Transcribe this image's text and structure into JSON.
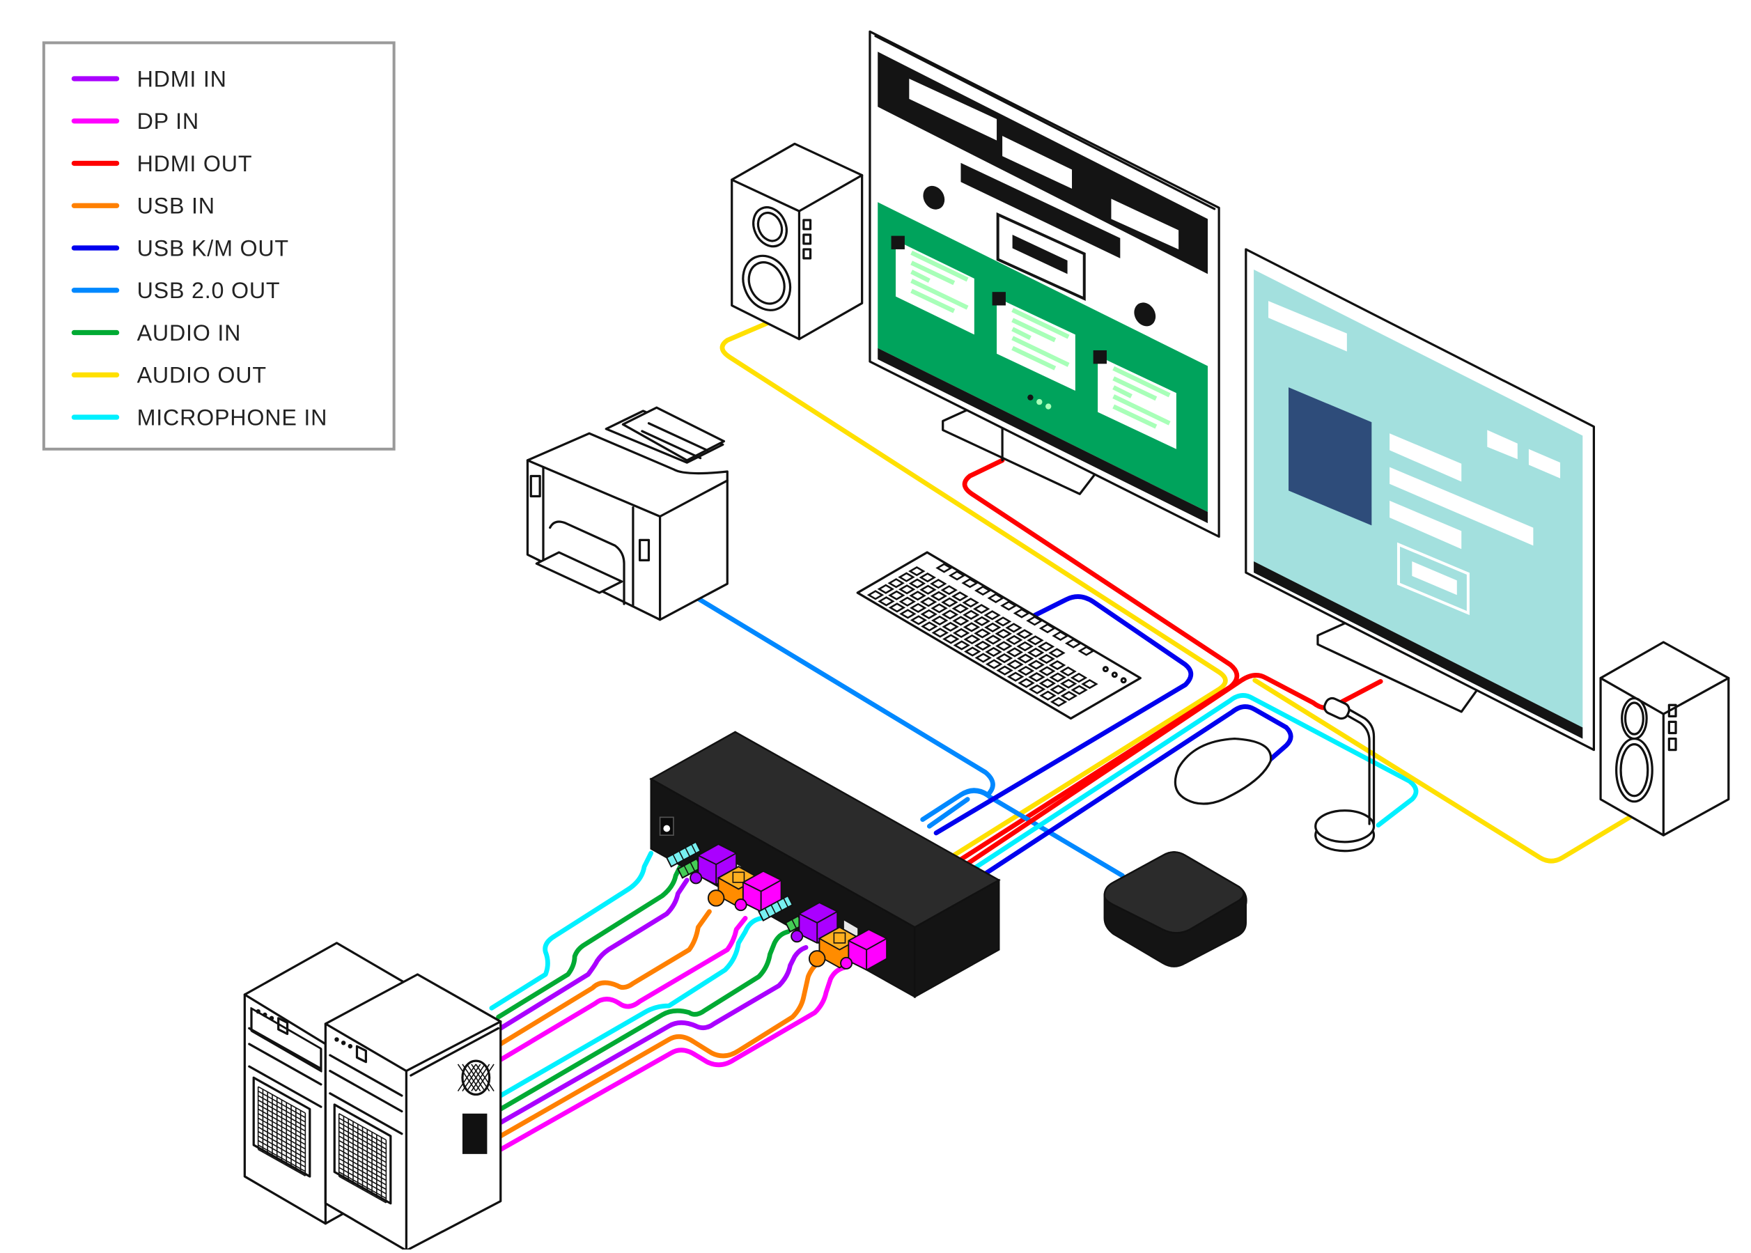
{
  "title": "KVM switch connection diagram",
  "legend": {
    "items": [
      {
        "key": "hdmi_in",
        "label": "HDMI IN",
        "color": "#AA00FF"
      },
      {
        "key": "dp_in",
        "label": "DP IN",
        "color": "#FF00FF"
      },
      {
        "key": "hdmi_out",
        "label": "HDMI OUT",
        "color": "#FF0000"
      },
      {
        "key": "usb_in",
        "label": "USB IN",
        "color": "#FF8000"
      },
      {
        "key": "usb_km_out",
        "label": "USB K/M OUT",
        "color": "#0000EE"
      },
      {
        "key": "usb20_out",
        "label": "USB 2.0 OUT",
        "color": "#0088FF"
      },
      {
        "key": "audio_in",
        "label": "AUDIO IN",
        "color": "#00AA33"
      },
      {
        "key": "audio_out",
        "label": "AUDIO OUT",
        "color": "#FFE000"
      },
      {
        "key": "mic_in",
        "label": "MICROPHONE IN",
        "color": "#00F0FF"
      }
    ]
  },
  "devices": {
    "kvm_switch": "KVM switch",
    "computers": [
      "Computer 1",
      "Computer 2"
    ],
    "monitors": [
      "Monitor 1",
      "Monitor 2"
    ],
    "speakers": [
      "Left speaker",
      "Right speaker"
    ],
    "peripherals": [
      "Printer",
      "Keyboard",
      "Mouse",
      "Microphone",
      "USB hub"
    ]
  },
  "colors": {
    "switch_top": "#2B2B2B",
    "switch_side": "#141414",
    "monitor1_green": "#00A35C",
    "monitor1_text": "#A8FFB8",
    "monitor2_bg": "#A3E0DE",
    "monitor2_block": "#2E4C7A",
    "usb_plug": "#FF8C00",
    "usb_plug_top": "#FFB020",
    "hdmi_plug": "#AA00FF",
    "dp_plug": "#FF00FF",
    "audio_jack_green": "#44CC55",
    "audio_jack_cyan": "#77F0F0"
  }
}
